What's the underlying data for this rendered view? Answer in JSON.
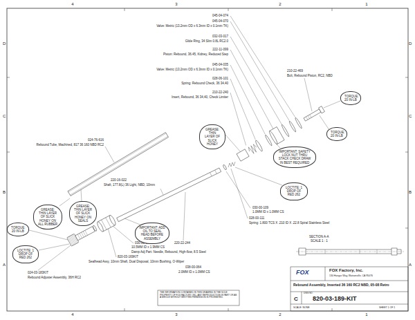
{
  "diagram": {
    "title": "Rebound Assembly, Inverted 36 160 RC2 NBD, 05-08 Retro",
    "nodes": [
      {
        "text": [
          "TORQUE: 20 IN-LB"
        ]
      },
      {
        "text": [
          "GREASE: THIN LAYER OF SLICK HONEY"
        ]
      },
      {
        "text": [
          "IMPORTANT: SAFETY LOCK NUT THRU STACK CHECK DRAW IN BEST REQUIRED"
        ]
      },
      {
        "text": [
          "TORQUE: 20 IN-LB"
        ]
      },
      {
        "text": [
          "LOCTITE: 1 DROP OF RED 262"
        ]
      },
      {
        "text": [
          "GREASE: THIN LAYER OF SLICK HONEY ON SEALS"
        ]
      },
      {
        "text": [
          "GREASE: THIN LAYER OF SLICK HONEY ON ALL RUBBER"
        ]
      },
      {
        "text": [
          "TORQUE: 20 IN-LB"
        ]
      },
      {
        "text": [
          "LOCTITE: 1 DROP OF RED 262"
        ]
      },
      {
        "text": [
          "IMPORTANT: ADD OIL TO SEAL HEAD BEFORE ASSEMBLY"
        ]
      }
    ],
    "labels": [
      "4",
      "3",
      "2",
      "1",
      "D",
      "D",
      "C",
      "C",
      "B",
      "B",
      "A",
      "A",
      "4",
      "3",
      "2",
      "1",
      "045-04-074",
      "045-04-070",
      "Valve: Metric (13.2mm OD x 6.3mm ID x 0.1mm TK)",
      "032-03-017",
      "Glide Ring, 34 Slim 0.8L RC2.0",
      "222-11-099",
      "Piston: Rebound, 36.45, Kidney, Reduced Step",
      "045-04-035",
      "Valve: Metric (13.2mm OD x 6.3mm ID x 0.1mm TK)",
      "028-06-101",
      "Spring: Rebound Check, 36 34,40",
      "210-22-240",
      "Insert, Rebound, 36 34,40, Check Limiter",
      "210-22-469",
      "Bolt, Rebound Piston, RC2, NBD",
      "024-76-616",
      "Rebound Tube, Machined, 817 36 160 NBD RC2",
      "220-16-022",
      "Shaft, 177.8(L) 36 Light, NBD, 10mm",
      "030-00-109",
      "1.0MM ID x 1.0MM CS",
      "028-00-111",
      "Spring: 1.800 TCS X .210 ID X .22.8 Spiral Stainless Steel",
      "030-00-117",
      "10.5MM ID x 1.9MM CS",
      "220-22-244",
      "Damp Adj Part: Needle, Rebound, High-flow, 8.5 Steel",
      "038-00-064",
      "2.0MM ID x 1.0MM CS",
      "820-03-169KIT",
      "Sealhead Assy, 10mm Shaft, Dual Disposal, 10mm Bushing, O-Wiper",
      "024-03-183KIT",
      "Rebound Adjuster Assembly, 36H RC2",
      "SECTION A-A",
      "SCALE 1 : 1",
      "FOX",
      "FOX Factory, Inc.",
      "130 Hangar Way, Watsonville, CA 95076",
      "DWG NO.",
      "C",
      "820-03-189-KIT",
      "SCALE: NONE",
      "SHEET 1 OF 1",
      "THE INFORMATION CONTAINED IN THIS DRAWING IS THE SOLE PROPERTY OF FOX FACTORY, INC. ANY REPRODUCTION IN PART OR AS A WHOLE WITHOUT WRITTEN PERMISSION IS PROHIBITED."
    ]
  }
}
